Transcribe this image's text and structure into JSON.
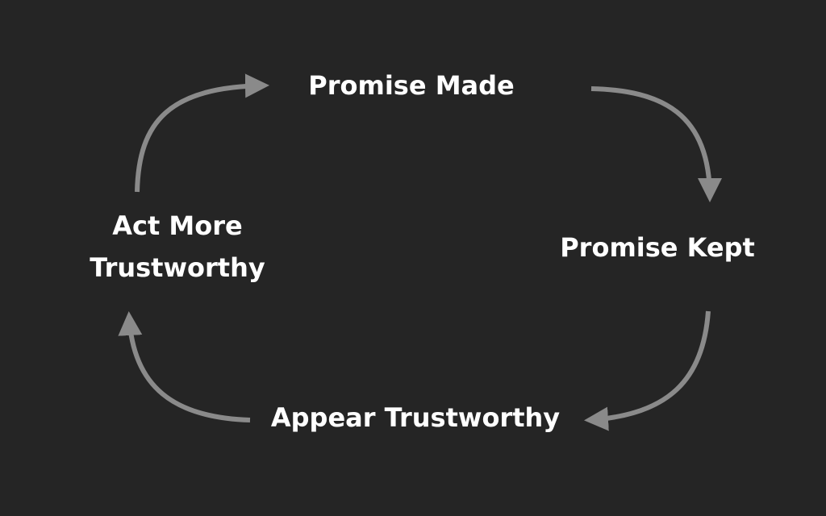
{
  "diagram": {
    "nodes": {
      "top": "Promise Made",
      "right": "Promise Kept",
      "bottom": "Appear Trustworthy",
      "left_line1": "Act More",
      "left_line2": "Trustworthy"
    },
    "colors": {
      "background": "#252525",
      "text": "#ffffff",
      "arrow": "#8a8a8a"
    },
    "icons": [
      "arrow-icon"
    ]
  }
}
